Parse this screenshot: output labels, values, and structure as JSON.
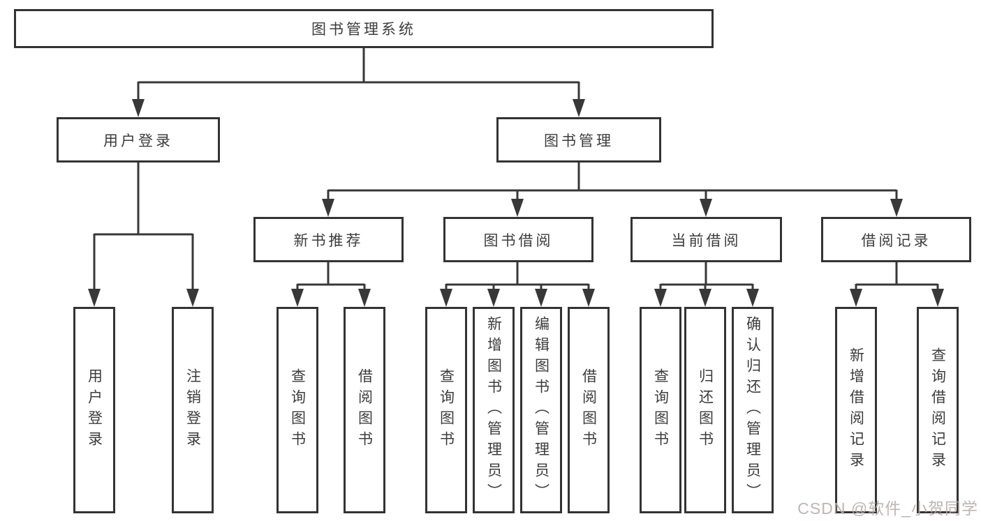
{
  "diagram": {
    "root": {
      "label": "图书管理系统"
    },
    "level2": {
      "user_login": {
        "label": "用户登录"
      },
      "book_mgmt": {
        "label": "图书管理"
      }
    },
    "level3": {
      "new_book_recommend": {
        "label": "新书推荐"
      },
      "book_borrow": {
        "label": "图书借阅"
      },
      "current_borrow": {
        "label": "当前借阅"
      },
      "borrow_records": {
        "label": "借阅记录"
      }
    },
    "leaves": {
      "user_login": {
        "label": "用户登录"
      },
      "logout": {
        "label": "注销登录"
      },
      "recommend_query_books": {
        "label": "查询图书"
      },
      "recommend_borrow_books": {
        "label": "借阅图书"
      },
      "borrow_query_books": {
        "label": "查询图书"
      },
      "borrow_add_books_admin": {
        "label": "新增图书（管理员）"
      },
      "borrow_edit_books_admin": {
        "label": "编辑图书（管理员）"
      },
      "borrow_borrow_books": {
        "label": "借阅图书"
      },
      "current_query_books": {
        "label": "查询图书"
      },
      "current_return_books": {
        "label": "归还图书"
      },
      "current_confirm_return_admin": {
        "label": "确认归还（管理员）"
      },
      "records_add_record": {
        "label": "新增借阅记录"
      },
      "records_query_record": {
        "label": "查询借阅记录"
      }
    }
  },
  "watermark": {
    "text": "CSDN @软件_小贺同学"
  },
  "colors": {
    "line": "#383838",
    "border": "#333333",
    "text": "#3c3c3c",
    "background": "#ffffff",
    "watermark": "#b7acac"
  }
}
